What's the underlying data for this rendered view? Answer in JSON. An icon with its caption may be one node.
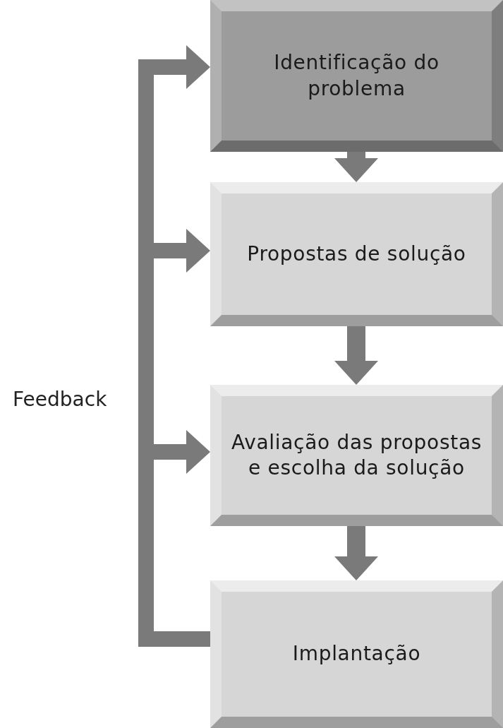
{
  "diagram": {
    "nodes": [
      {
        "text": [
          "Identificação do problema"
        ]
      },
      {
        "text": [
          "Propostas de solução"
        ]
      },
      {
        "text": [
          "Avaliação das propostas e escolha da solução"
        ]
      },
      {
        "text": [
          "Implantação"
        ]
      }
    ],
    "edges": [
      {
        "from": 0,
        "to": 1,
        "arrow": "to"
      },
      {
        "from": 1,
        "to": 2,
        "arrow": "to"
      },
      {
        "from": 2,
        "to": 3,
        "arrow": "to"
      },
      {
        "from": 3,
        "to": 0,
        "arrow": "to",
        "label": "Feedback"
      },
      {
        "from": 3,
        "to": 1,
        "arrow": "to"
      },
      {
        "from": 3,
        "to": 2,
        "arrow": "to"
      }
    ]
  }
}
